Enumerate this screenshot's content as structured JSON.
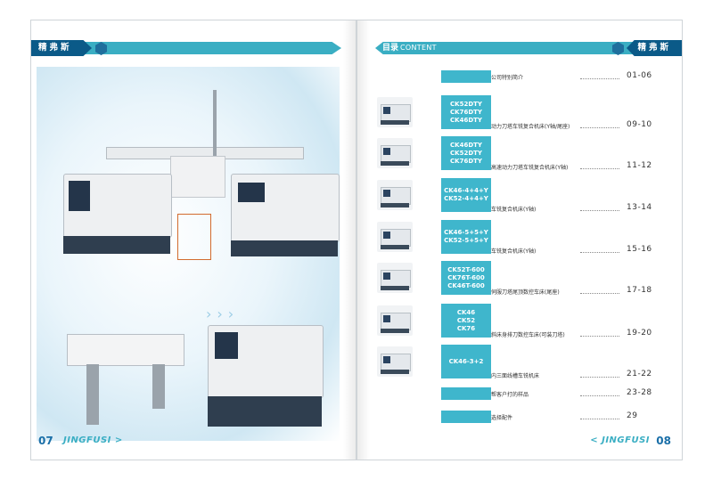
{
  "brand": "精弗斯",
  "left_page": {
    "page_number": "07",
    "footer_brand": "JINGFUSI >"
  },
  "right_page": {
    "page_number": "08",
    "footer_brand": "< JINGFUSI",
    "toc_title_cn": "目录",
    "toc_title_en": "CONTENT",
    "toc": [
      {
        "models": [],
        "title": "公司特别简介",
        "pages": "01-06",
        "thumb": false
      },
      {
        "models": [
          "CK52DTY",
          "CK76DTY",
          "CK46DTY"
        ],
        "title": "动力刀塔车铣复合机床(Y轴/尾座)",
        "pages": "09-10",
        "thumb": true
      },
      {
        "models": [
          "CK46DTY",
          "CK52DTY",
          "CK76DTY"
        ],
        "title": "高速动力刀塔车铣复合机床(Y轴)",
        "pages": "11-12",
        "thumb": true
      },
      {
        "models": [
          "CK46-4+4+Y",
          "CK52-4+4+Y"
        ],
        "title": "车铣复合机床(Y轴)",
        "pages": "13-14",
        "thumb": true
      },
      {
        "models": [
          "CK46-5+5+Y",
          "CK52-5+5+Y"
        ],
        "title": "车铣复合机床(Y轴)",
        "pages": "15-16",
        "thumb": true
      },
      {
        "models": [
          "CK52T-600",
          "CK76T-600",
          "CK46T-600"
        ],
        "title": "伺服刀塔尾顶数控车床(尾座)",
        "pages": "17-18",
        "thumb": true
      },
      {
        "models": [
          "CK46",
          "CK52",
          "CK76"
        ],
        "title": "斜床身排刀数控车床(可装刀塔)",
        "pages": "19-20",
        "thumb": true
      },
      {
        "models": [
          "CK46-3+2"
        ],
        "title": "内三面线槽车铣机床",
        "pages": "21-22",
        "thumb": true
      },
      {
        "models": [],
        "title": "帮客户打的样品",
        "pages": "23-28",
        "thumb": false
      },
      {
        "models": [],
        "title": "选择配件",
        "pages": "29",
        "thumb": false
      }
    ]
  },
  "colors": {
    "accent": "#3aaec3",
    "brand_dark": "#0b5a88",
    "model_box": "#3fb6cc"
  }
}
